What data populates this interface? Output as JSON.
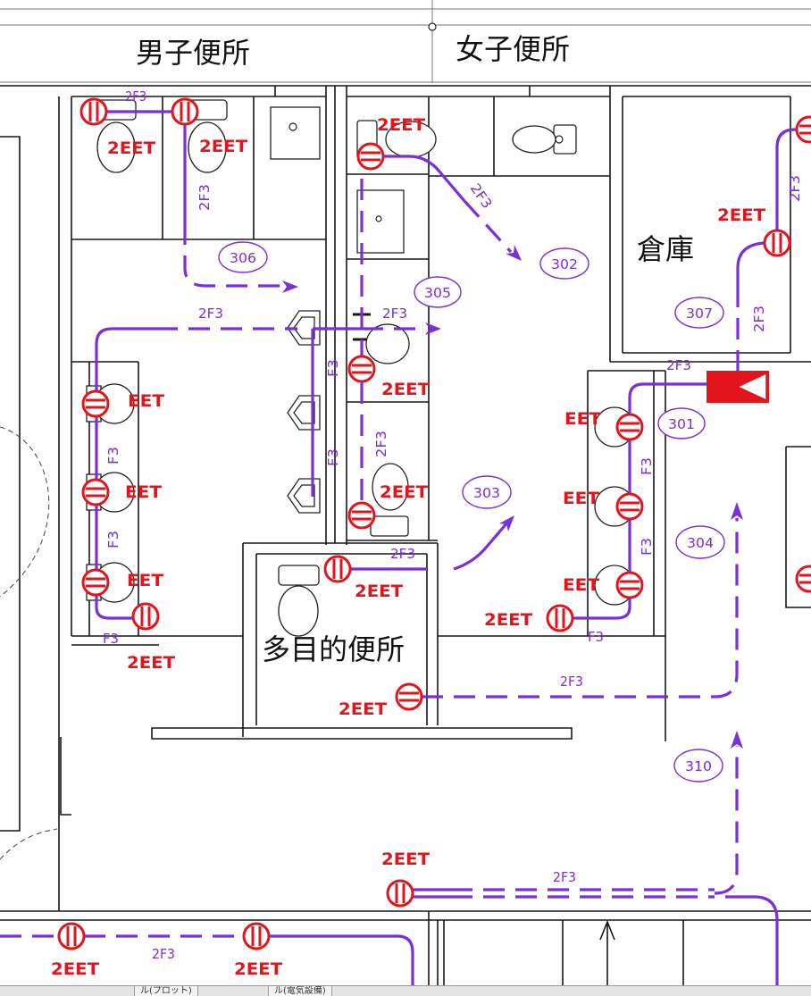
{
  "drawing": {
    "rooms": {
      "mens_restroom": "男子便所",
      "womens_restroom": "女子便所",
      "storage": "倉庫",
      "multipurpose_restroom": "多目的便所"
    },
    "outlets": [
      {
        "label": "2EET"
      },
      {
        "label": "2EET"
      },
      {
        "label": "2EET"
      },
      {
        "label": "2EET"
      },
      {
        "label": "2EET"
      },
      {
        "label": "EET"
      },
      {
        "label": "EET"
      },
      {
        "label": "EET"
      },
      {
        "label": "2EET"
      },
      {
        "label": "2EET"
      },
      {
        "label": "2EET"
      },
      {
        "label": "2EET"
      },
      {
        "label": "EET"
      },
      {
        "label": "EET"
      },
      {
        "label": "EET"
      },
      {
        "label": "2EET"
      },
      {
        "label": "2EET"
      },
      {
        "label": "2EET"
      },
      {
        "label": "2EET"
      }
    ],
    "circuit_labels": [
      "2F3",
      "2F3",
      "2F3",
      "2F3",
      "2F3",
      "F3",
      "F3",
      "2F3",
      "F3",
      "F3",
      "F3",
      "2F3",
      "2F3",
      "2F3",
      "2F3",
      "F3",
      "F3",
      "F3",
      "2F3",
      "2F3",
      "2F3"
    ],
    "room_tags": [
      "306",
      "302",
      "305",
      "307",
      "301",
      "303",
      "304",
      "310"
    ]
  },
  "tabs": [
    "ル(プロット)",
    "ル(電気設備)"
  ],
  "colors": {
    "wire": "#7b2fd6",
    "outlet": "#e3141b",
    "wall": "#161616"
  }
}
